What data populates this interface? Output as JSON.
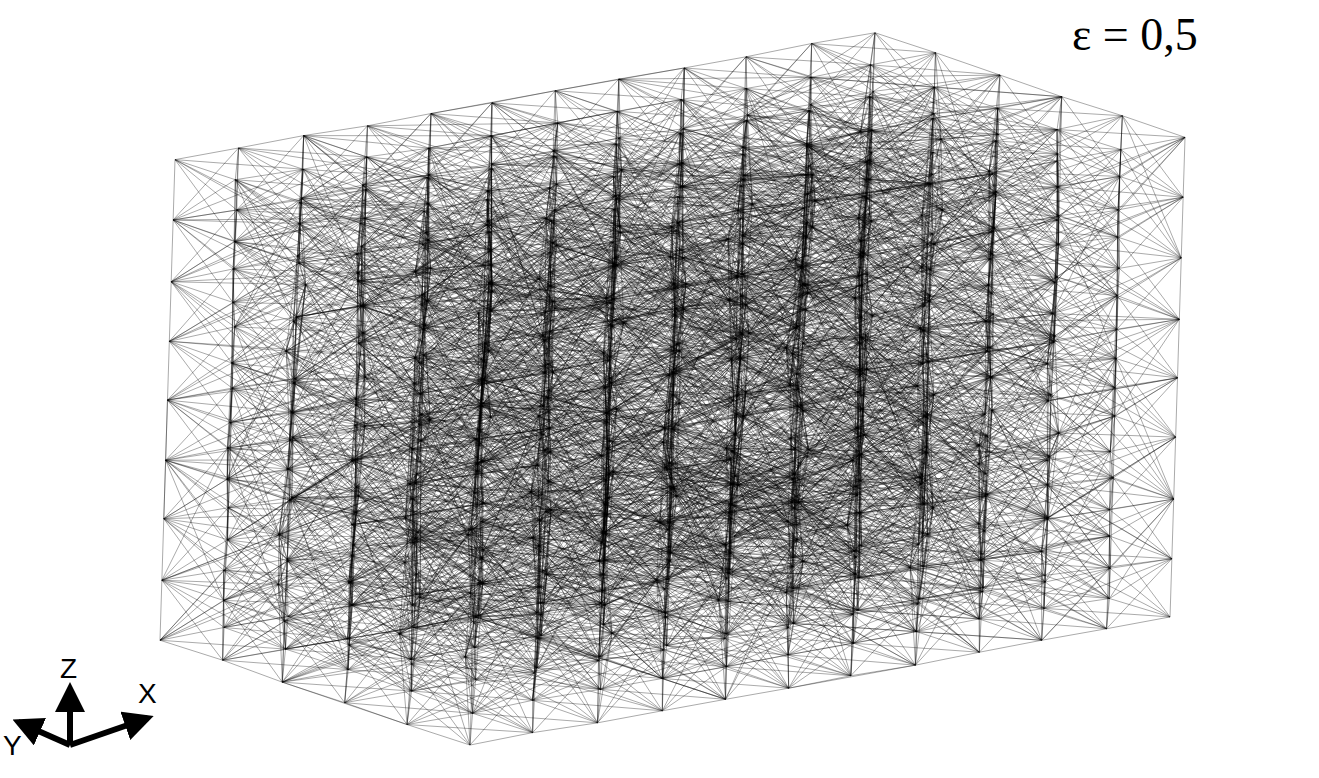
{
  "diagram": {
    "labels": [
      "ε = 0,5",
      "Z",
      "X",
      "Y"
    ]
  }
}
